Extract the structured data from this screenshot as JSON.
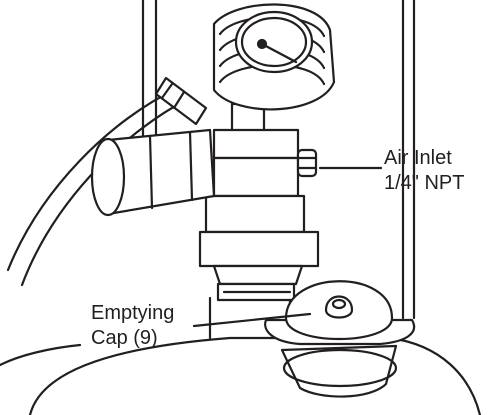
{
  "diagram": {
    "colors": {
      "line": "#231f20",
      "fill": "#ffffff"
    },
    "labels": {
      "air_inlet": {
        "line1": "Air Inlet",
        "line2": "1/4\" NPT"
      },
      "emptying_cap": {
        "line1": "Emptying",
        "line2": "Cap (9)"
      }
    }
  }
}
